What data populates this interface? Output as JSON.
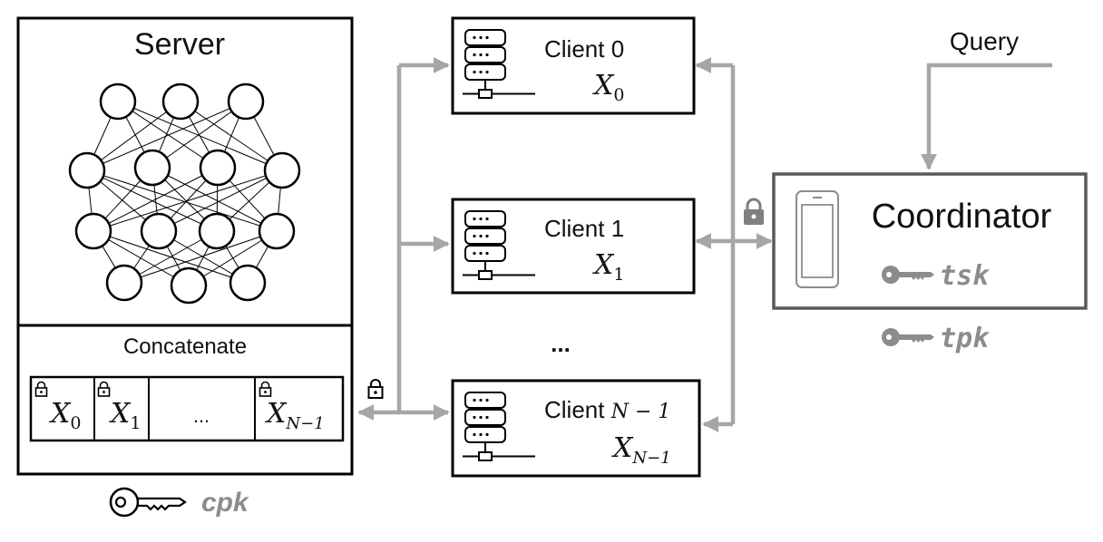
{
  "server": {
    "title": "Server",
    "concat_label": "Concatenate",
    "slots": [
      {
        "base": "X",
        "sub": "0"
      },
      {
        "base": "X",
        "sub": "1"
      },
      {
        "ellipsis": "..."
      },
      {
        "base": "X",
        "sub": "N−1"
      }
    ],
    "key_label": "cpk"
  },
  "clients": [
    {
      "label": "Client 0",
      "data_base": "X",
      "data_sub": "0"
    },
    {
      "label": "Client 1",
      "data_base": "X",
      "data_sub": "1"
    },
    {
      "label_prefix": "Client ",
      "label_math": "N − 1",
      "data_base": "X",
      "data_sub": "N−1"
    }
  ],
  "clients_ellipsis": "...",
  "coordinator": {
    "title": "Coordinator",
    "secret_key": "tsk",
    "public_key": "tpk"
  },
  "query": {
    "label": "Query"
  },
  "colors": {
    "arrow": "#a6a6a6",
    "box_border": "#000000",
    "coordinator_border": "#595959",
    "key_gray": "#8c8c8c"
  }
}
